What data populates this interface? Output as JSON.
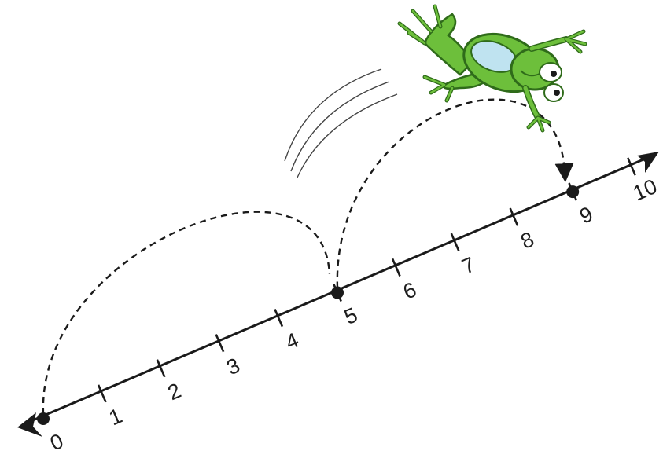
{
  "number_line": {
    "ticks": [
      "0",
      "1",
      "2",
      "3",
      "4",
      "5",
      "6",
      "7",
      "8",
      "9",
      "10"
    ],
    "marked_points": [
      0,
      5,
      9
    ]
  },
  "jumps": [
    {
      "from": 0,
      "to": 5
    },
    {
      "from": 5,
      "to": 9
    }
  ],
  "colors": {
    "line": "#1a1a1a",
    "frog_green": "#6dbf3b",
    "frog_dark": "#2f6b1a",
    "frog_belly": "#bfe3f0"
  },
  "icons": {
    "frog": "frog-illustration",
    "motion": "motion-lines"
  }
}
